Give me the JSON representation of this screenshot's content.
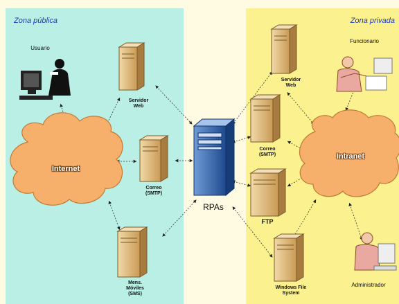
{
  "zones": {
    "public": {
      "title": "Zona pública"
    },
    "private": {
      "title": "Zona privada"
    }
  },
  "nodes": {
    "usuario": "Usuario",
    "internet": "Internet",
    "pub_web": "Servidor\nWeb",
    "pub_mail": "Correo\n(SMTP)",
    "pub_sms": "Mens.\nMóviles\n(SMS)",
    "rpas": "RPAs",
    "priv_web": "Servidor\nWeb",
    "priv_mail": "Correo\n(SMTP)",
    "priv_ftp": "FTP",
    "priv_files": "Windows File\nSystem",
    "intranet": "Intranet",
    "funcionario": "Funcionario",
    "administrador": "Administrador"
  },
  "colors": {
    "public_zone": "#b9efe4",
    "private_zone": "#fbf18e",
    "cloud": "#f6b06c",
    "server": "#e8c58c",
    "rpas": "#3f6fb0"
  }
}
